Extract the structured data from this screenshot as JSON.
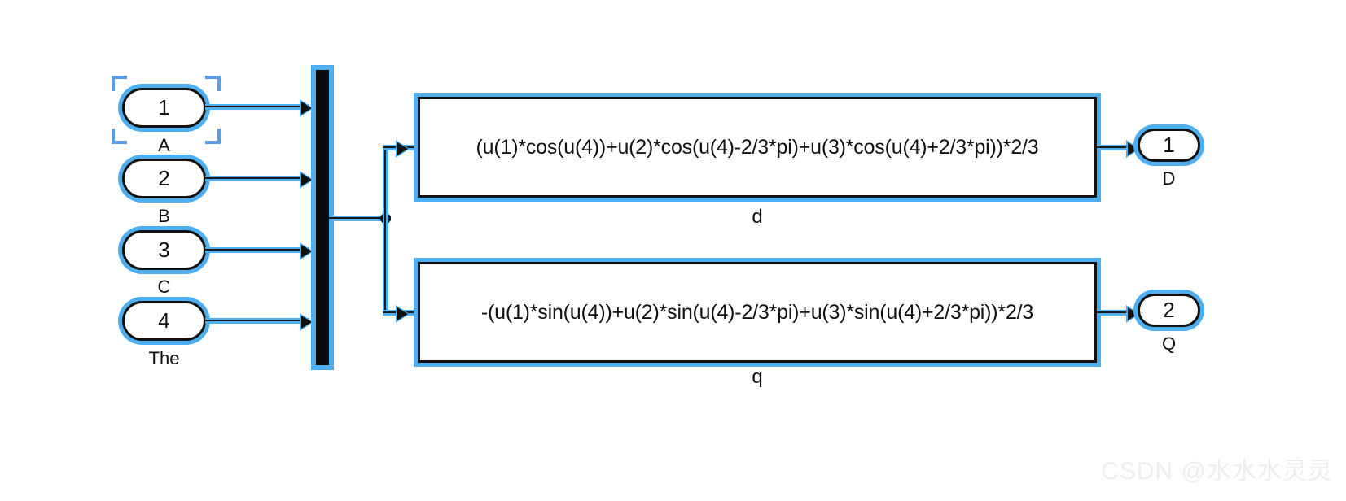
{
  "diagram": {
    "title": "Simulink abc to dq transformation subsystem",
    "colors": {
      "selection_blue": "#4DAEF0",
      "handle_blue": "#5B9BE8",
      "line_black": "#111111",
      "canvas_background": "#FFFFFF",
      "watermark_gray": "#EEEEEE"
    }
  },
  "input_ports": [
    {
      "number": "1",
      "label": "A",
      "selected": "true"
    },
    {
      "number": "2",
      "label": "B",
      "selected": "false"
    },
    {
      "number": "3",
      "label": "C",
      "selected": "false"
    },
    {
      "number": "4",
      "label": "The",
      "selected": "false"
    }
  ],
  "mux": {
    "name": "mux-bar",
    "input_count": "4",
    "output_count": "1"
  },
  "fcn_blocks": [
    {
      "expression": "(u(1)*cos(u(4))+u(2)*cos(u(4)-2/3*pi)+u(3)*cos(u(4)+2/3*pi))*2/3",
      "label": "d"
    },
    {
      "expression": "-(u(1)*sin(u(4))+u(2)*sin(u(4)-2/3*pi)+u(3)*sin(u(4)+2/3*pi))*2/3",
      "label": "q"
    }
  ],
  "output_ports": [
    {
      "number": "1",
      "label": "D"
    },
    {
      "number": "2",
      "label": "Q"
    }
  ],
  "watermark": {
    "text": "CSDN @水水水灵灵"
  }
}
